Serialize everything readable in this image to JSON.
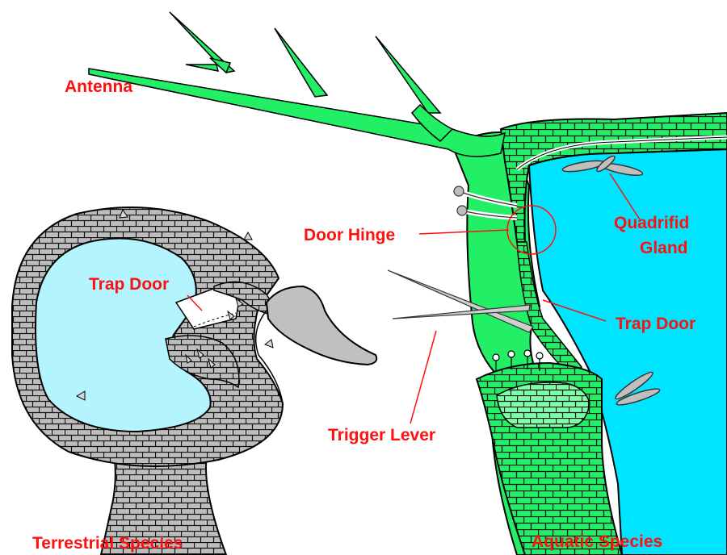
{
  "labels": {
    "antenna": "Antenna",
    "door_hinge": "Door Hinge",
    "quadrifid_line1": "Quadrifid",
    "quadrifid_line2": "Gland",
    "trap_door_left": "Trap Door",
    "trap_door_right": "Trap Door",
    "trigger_lever": "Trigger Lever",
    "terrestrial": "Terrestrial Species",
    "aquatic": "Aquatic Species"
  },
  "colors": {
    "label": "#ff1010",
    "aquatic_tissue": "#22ee66",
    "aquatic_light": "#66ff99",
    "water": "#00e5ff",
    "terrestrial_tissue": "#bdbdbd",
    "terrestrial_lumen": "#b4f4ff",
    "outline": "#000000"
  }
}
